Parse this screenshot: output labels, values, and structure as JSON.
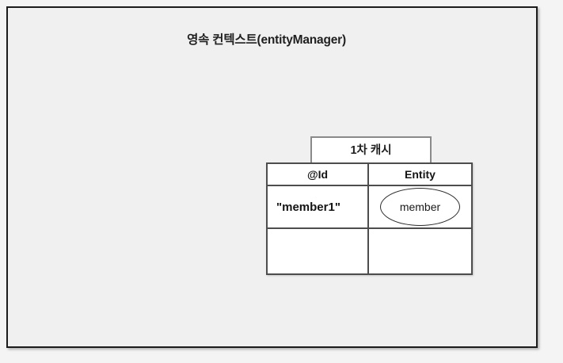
{
  "diagram": {
    "title": "영속 컨텍스트(entityManager)",
    "frame": {
      "background_color": "#f0f0f0",
      "border_color": "#1c1c1c"
    },
    "cache_box": {
      "label": "1차 캐시",
      "background_color": "#ffffff",
      "border_color": "#8a8a8a"
    },
    "table": {
      "border_color": "#4d4d4d",
      "background_color": "#ffffff",
      "columns": [
        "@Id",
        "Entity"
      ],
      "rows": [
        {
          "id": "\"member1\"",
          "entity": "member",
          "entity_shape": "ellipse"
        },
        {
          "id": "",
          "entity": "",
          "entity_shape": "none"
        }
      ]
    }
  }
}
